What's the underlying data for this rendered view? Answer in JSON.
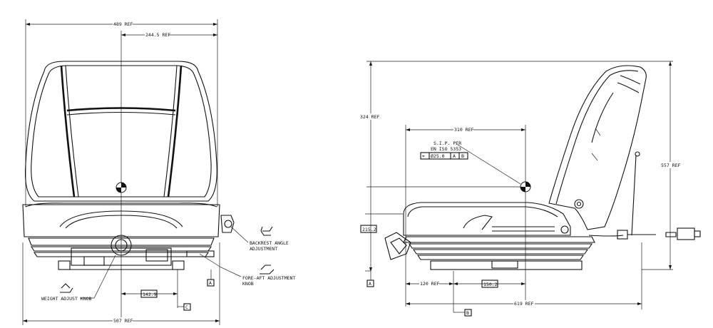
{
  "front_view": {
    "overall_width": "489 REF",
    "half_width": "244.5 REF",
    "base_width": "507 REF",
    "offset": "142.9",
    "datum_a": "A",
    "datum_c": "C",
    "callouts": {
      "backrest_line1": "BACKREST ANGLE",
      "backrest_line2": "ADJUSTMENT",
      "fore_aft_line1": "FORE-AFT ADJUSTMENT",
      "fore_aft_line2": "KNOB",
      "weight_adjust": "WEIGHT ADJUST KNOB"
    }
  },
  "side_view": {
    "height_total": "324 REF",
    "height_right": "557 REF",
    "sip_horizontal": "310 REF",
    "sip_label_line1": "S.I.P. PER",
    "sip_label_line2": "EN ISO 5353",
    "tolerance_symbol": "⌖",
    "tolerance_value": "Ø25.0",
    "tolerance_datum_a": "A",
    "tolerance_datum_b": "B",
    "seat_height": "215.2",
    "depth_left": "120 REF",
    "depth_mid": "150.2",
    "overall_depth": "619 REF",
    "datum_a": "A",
    "datum_b": "B"
  }
}
